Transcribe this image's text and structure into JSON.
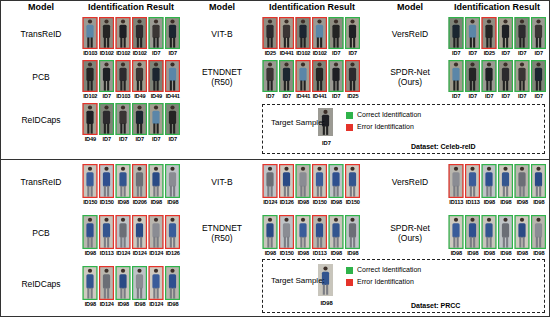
{
  "diagram": {
    "nodes": [
      {
        "text": [
          "Target Sample:",
          "ID7",
          "Dataset: Celeb-reID"
        ]
      },
      {
        "text": [
          "Target Sample:",
          "ID98",
          "Dataset: PRCC"
        ]
      }
    ],
    "labels": [
      "Model",
      "Identification Result",
      "Model",
      "Identification Result",
      "Model",
      "Identification Result",
      "TransReID",
      "ID103",
      "ID102",
      "ID102",
      "ID102",
      "ID7",
      "ID7",
      "PCB",
      "ID102",
      "ID7",
      "ID103",
      "ID49",
      "ID49",
      "ID441",
      "ReIDCaps",
      "ID49",
      "ID7",
      "ID7",
      "ID7",
      "ID7",
      "ID7",
      "VIT-B",
      "ID25",
      "ID441",
      "ID102",
      "ID102",
      "ID7",
      "ID7",
      "ETNDNET (R50)",
      "ID7",
      "ID7",
      "ID441",
      "ID441",
      "ID7",
      "ID25",
      "VersReID",
      "ID7",
      "ID7",
      "ID25",
      "ID7",
      "ID7",
      "ID7",
      "SPDR-Net (Ours)",
      "ID7",
      "ID7",
      "ID7",
      "ID7",
      "ID7",
      "ID7",
      "TransReID",
      "ID150",
      "ID150",
      "ID98",
      "ID206",
      "ID98",
      "ID98",
      "PCB",
      "ID98",
      "ID113",
      "ID124",
      "ID124",
      "ID124",
      "ID126",
      "ReIDCaps",
      "ID98",
      "ID124",
      "ID98",
      "ID98",
      "ID124",
      "ID98",
      "VIT-B",
      "ID124",
      "ID126",
      "ID98",
      "ID150",
      "ID98",
      "ID150",
      "ETNDNET (R50)",
      "ID98",
      "ID150",
      "ID98",
      "ID113",
      "ID98",
      "ID98",
      "VersReID",
      "ID113",
      "ID113",
      "ID98",
      "ID98",
      "ID98",
      "ID98",
      "SPDR-Net (Ours)",
      "ID98",
      "ID98",
      "ID98",
      "ID98",
      "ID98",
      "ID98"
    ],
    "legend": [
      {
        "text": "Correct Identification",
        "color": "#2fb34a"
      },
      {
        "text": "Error Identification",
        "color": "#e5332a"
      },
      {
        "text": "Correct Identification",
        "color": "#2fb34a"
      },
      {
        "text": "Error Identification",
        "color": "#e5332a"
      }
    ]
  }
}
